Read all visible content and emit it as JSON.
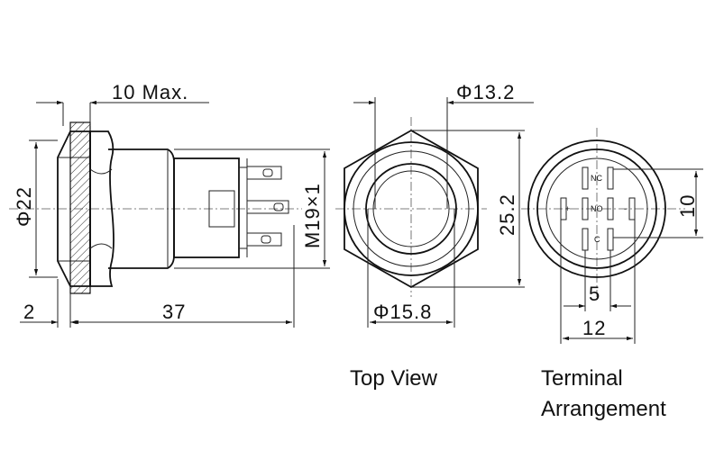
{
  "side_view": {
    "dim_top": "10 Max.",
    "dim_diameter": "Φ22",
    "dim_bezel": "2",
    "dim_length": "37",
    "dim_thread": "M19×1"
  },
  "top_view": {
    "dim_inner": "Φ13.2",
    "dim_hex": "25.2",
    "dim_outer": "Φ15.8",
    "caption": "Top View"
  },
  "terminal_view": {
    "label_nc": "NC",
    "label_no": "NO",
    "label_c": "C",
    "label_plus": "+",
    "label_minus": "-",
    "dim_height": "10",
    "dim_spacing": "5",
    "dim_width": "12",
    "caption_line1": "Terminal",
    "caption_line2": "Arrangement"
  }
}
